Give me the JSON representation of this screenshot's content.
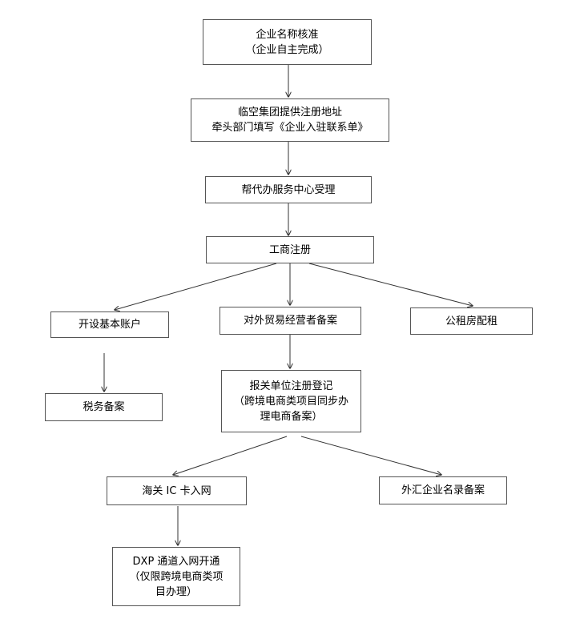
{
  "nodes": {
    "n1": {
      "lines": [
        "企业名称核准",
        "（企业自主完成）"
      ]
    },
    "n2": {
      "lines": [
        "临空集团提供注册地址",
        "牵头部门填写《企业入驻联系单》"
      ]
    },
    "n3": {
      "lines": [
        "帮代办服务中心受理"
      ]
    },
    "n4": {
      "lines": [
        "工商注册"
      ]
    },
    "n5": {
      "lines": [
        "开设基本账户"
      ]
    },
    "n6": {
      "lines": [
        "对外贸易经营者备案"
      ]
    },
    "n7": {
      "lines": [
        "公租房配租"
      ]
    },
    "n8": {
      "lines": [
        "税务备案"
      ]
    },
    "n9": {
      "lines": [
        "报关单位注册登记",
        "（跨境电商类项目同步办",
        "理电商备案）"
      ]
    },
    "n10": {
      "lines": [
        "海关 IC 卡入网"
      ]
    },
    "n11": {
      "lines": [
        "外汇企业名录备案"
      ]
    },
    "n12": {
      "lines": [
        "DXP 通道入网开通",
        "（仅限跨境电商类项",
        "目办理）"
      ]
    }
  },
  "edges": [
    {
      "from": "n1",
      "to": "n2"
    },
    {
      "from": "n2",
      "to": "n3"
    },
    {
      "from": "n3",
      "to": "n4"
    },
    {
      "from": "n4",
      "to": "n5"
    },
    {
      "from": "n4",
      "to": "n6"
    },
    {
      "from": "n4",
      "to": "n7"
    },
    {
      "from": "n5",
      "to": "n8"
    },
    {
      "from": "n6",
      "to": "n9"
    },
    {
      "from": "n9",
      "to": "n10"
    },
    {
      "from": "n9",
      "to": "n11"
    },
    {
      "from": "n10",
      "to": "n12"
    }
  ]
}
